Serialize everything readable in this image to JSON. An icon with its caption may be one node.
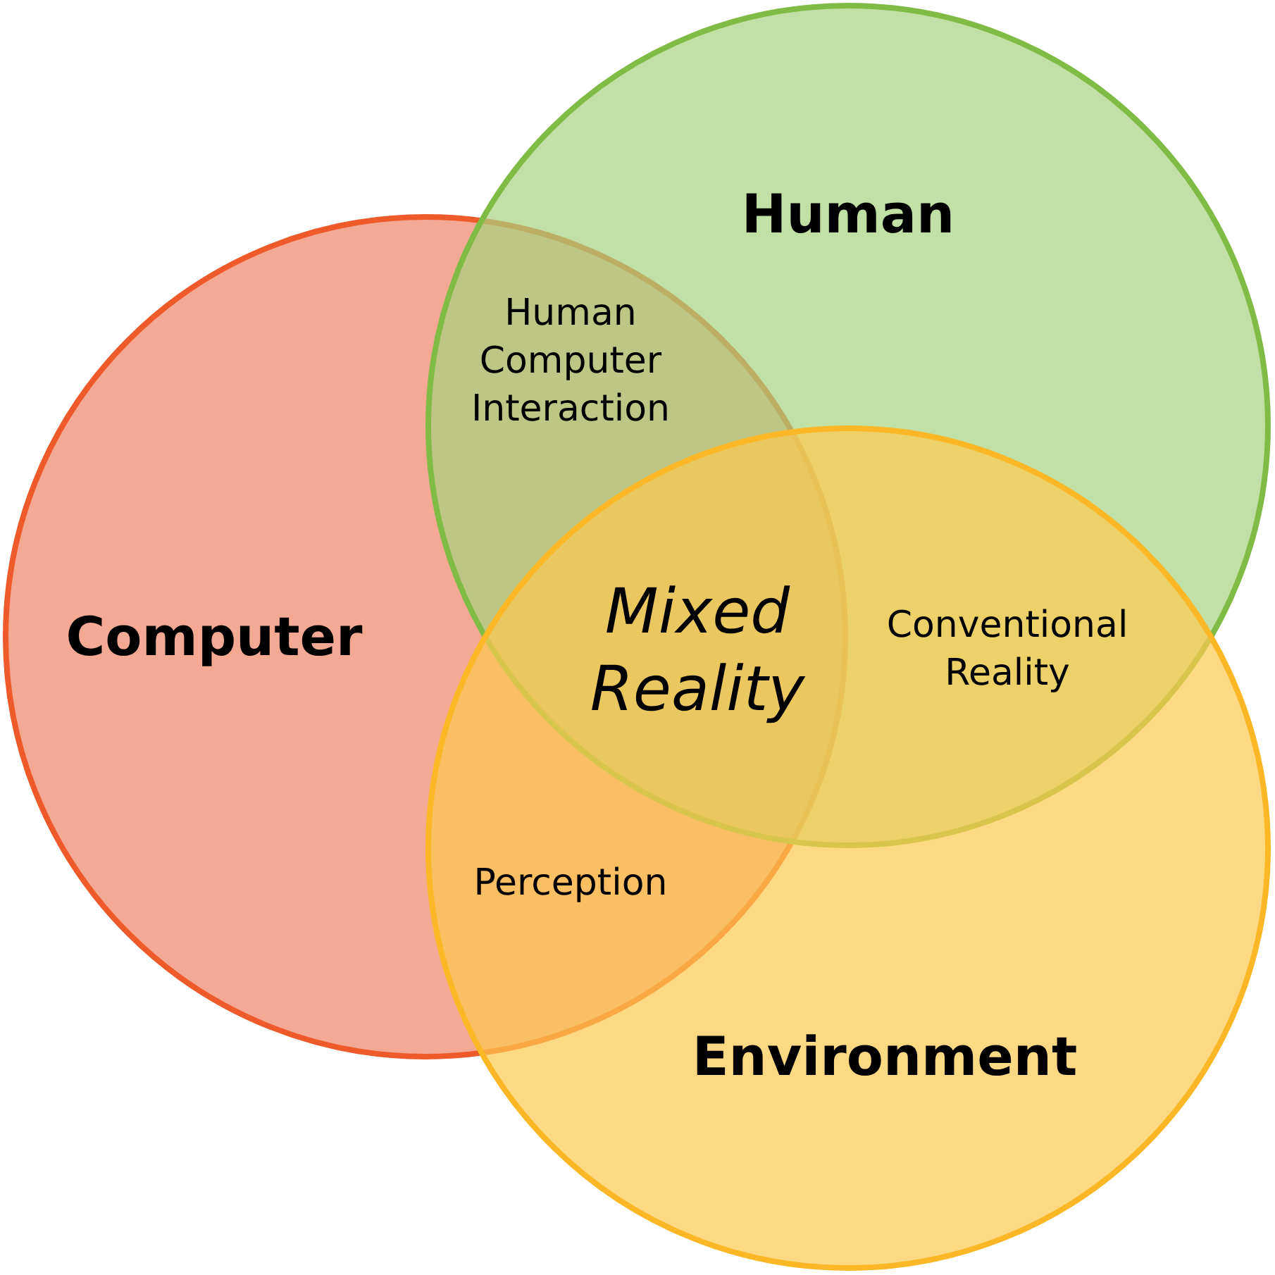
{
  "diagram": {
    "nodes": [
      {
        "text": [
          "Human"
        ]
      },
      {
        "text": [
          "Computer"
        ]
      },
      {
        "text": [
          "Environment"
        ]
      }
    ],
    "labels": [
      "Human Computer Interaction",
      "Mixed Reality",
      "Conventional Reality",
      "Perception"
    ]
  }
}
